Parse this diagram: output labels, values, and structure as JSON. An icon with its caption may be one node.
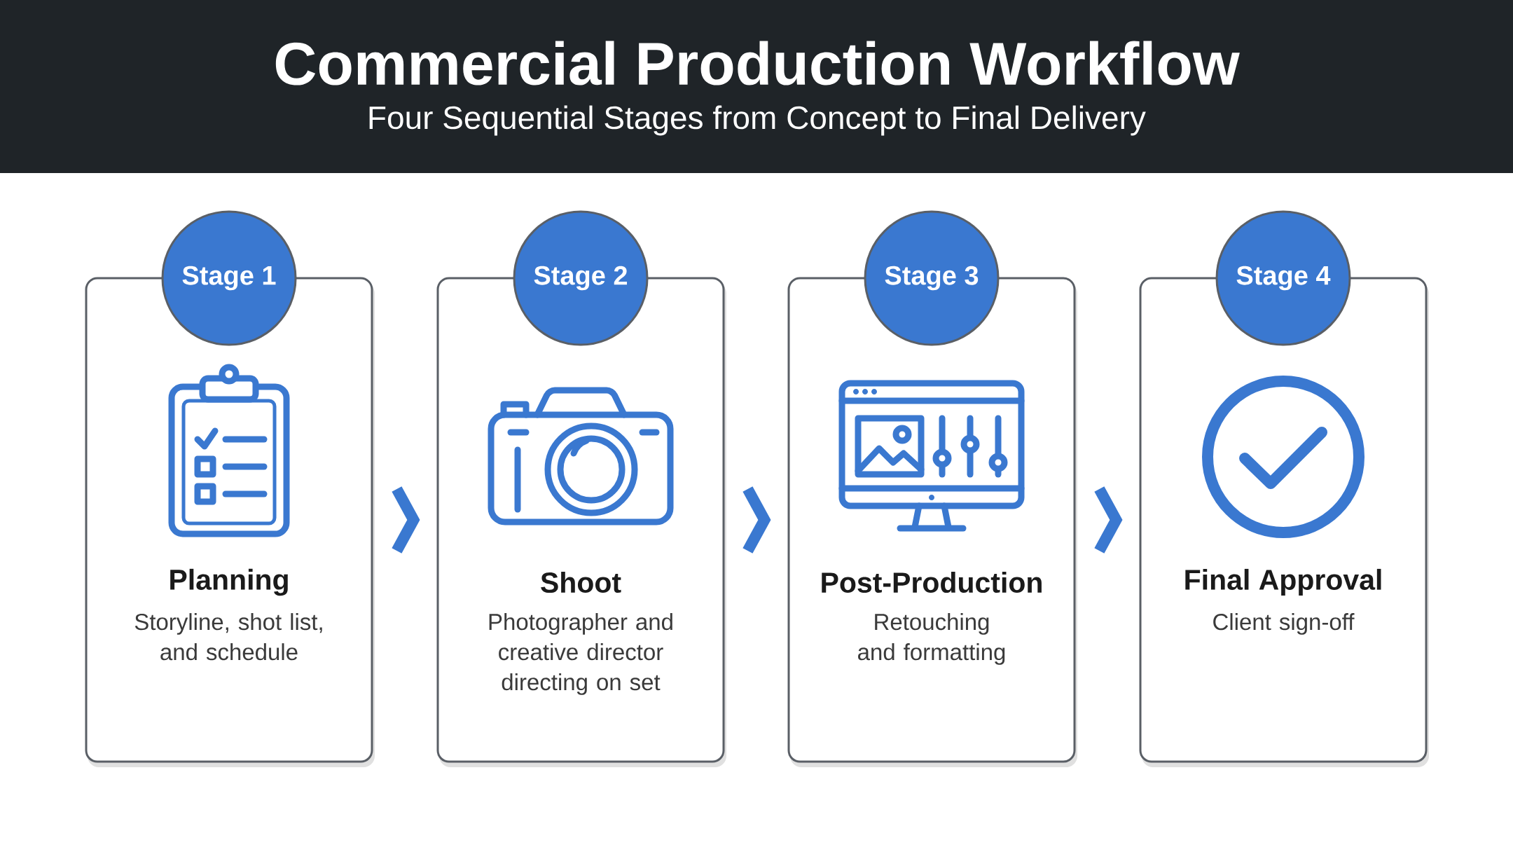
{
  "diagram": {
    "title": "Commercial Production Workflow",
    "nodes": [
      {
        "text": [
          "Stage 1"
        ]
      },
      {
        "text": [
          "Planning",
          "Storyline, shot list, and schedule"
        ]
      },
      {
        "text": [
          "Stage 2"
        ]
      },
      {
        "text": [
          "Shoot",
          "Photographer and creative director directing on set"
        ]
      },
      {
        "text": [
          "Stage 3"
        ]
      },
      {
        "text": [
          "Post-Production",
          "Retouching and formatting"
        ]
      },
      {
        "text": [
          "Stage 4"
        ]
      },
      {
        "text": [
          "Final Approval",
          "Client sign-off"
        ]
      }
    ],
    "edges": [
      {
        "from": 1,
        "to": 3,
        "arrow": "to"
      },
      {
        "from": 3,
        "to": 5,
        "arrow": "to"
      },
      {
        "from": 5,
        "to": 7,
        "arrow": "to"
      }
    ],
    "labels": [
      "Four Sequential Stages from Concept to Final Delivery"
    ]
  }
}
